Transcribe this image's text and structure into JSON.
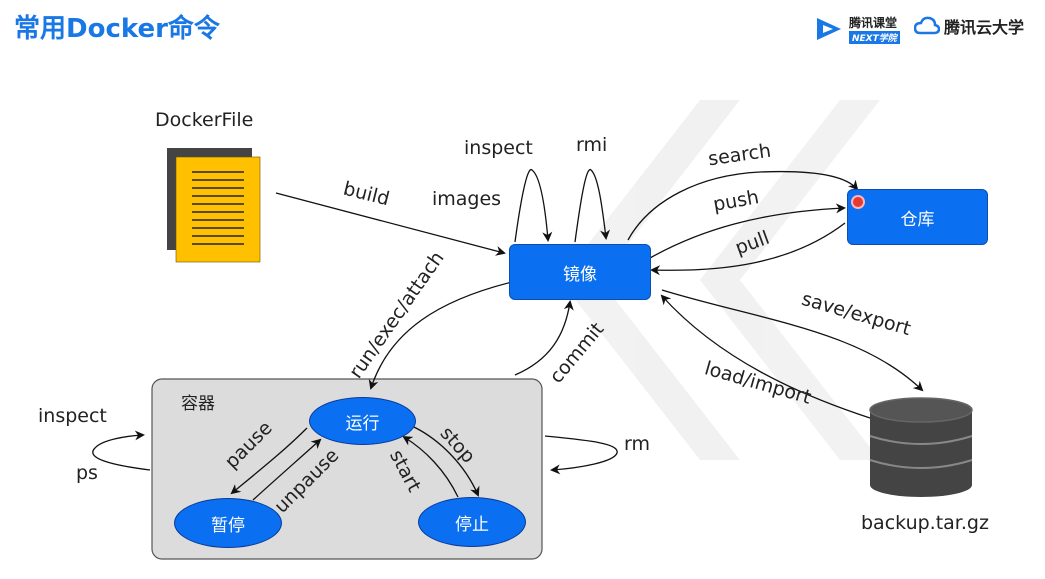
{
  "title": "常用Docker命令",
  "logos": {
    "tencent_classroom": "腾讯课堂",
    "tencent_classroom_sub": "NEXT学院",
    "tencent_cloud_univ": "腾讯云大学"
  },
  "nodes": {
    "dockerfile": "DockerFile",
    "image": "镜像",
    "registry": "仓库",
    "container_group": "容器",
    "running": "运行",
    "paused": "暂停",
    "stopped": "停止",
    "backup": "backup.tar.gz"
  },
  "edges": {
    "build": "build",
    "images": "images",
    "inspect_image": "inspect",
    "rmi": "rmi",
    "search": "search",
    "push": "push",
    "pull": "pull",
    "save_export": "save/export",
    "load_import": "load/import",
    "run_exec_attach": "run/exec/attach",
    "commit": "commit",
    "inspect_container": "inspect",
    "ps": "ps",
    "rm": "rm",
    "pause": "pause",
    "unpause": "unpause",
    "stop": "stop",
    "start": "start"
  },
  "colors": {
    "title": "#1a78e6",
    "node_fill": "#0a6ff0",
    "container_fill": "#dcdcdc",
    "doc_fill": "#ffc000"
  },
  "icons": [
    "document-icon",
    "database-icon",
    "tencent-classroom-logo",
    "tencent-cloud-logo"
  ]
}
